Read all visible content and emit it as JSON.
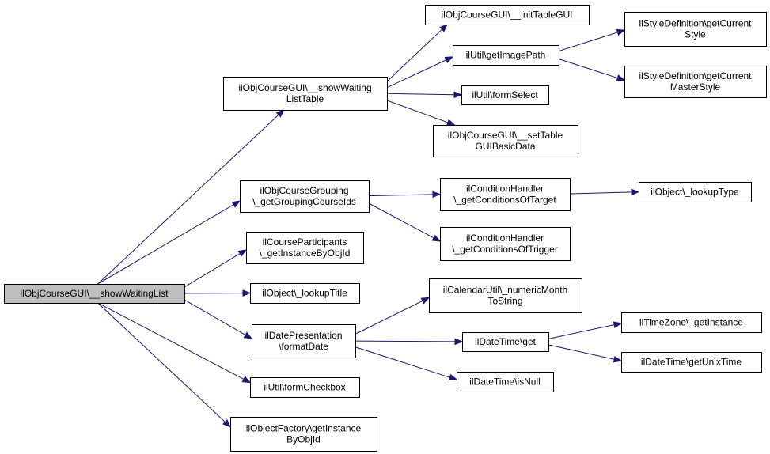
{
  "graph": {
    "root": "n_root",
    "nodes": [
      {
        "id": "n_root",
        "lines": [
          "ilObjCourseGUI\\__showWaitingList"
        ]
      },
      {
        "id": "n_swlt",
        "lines": [
          "ilObjCourseGUI\\__showWaiting",
          "ListTable"
        ]
      },
      {
        "id": "n_grp",
        "lines": [
          "ilObjCourseGrouping",
          "\\_getGroupingCourseIds"
        ]
      },
      {
        "id": "n_part",
        "lines": [
          "ilCourseParticipants",
          "\\_getInstanceByObjId"
        ]
      },
      {
        "id": "n_lkt",
        "lines": [
          "ilObject\\_lookupTitle"
        ]
      },
      {
        "id": "n_dp",
        "lines": [
          "ilDatePresentation",
          "\\formatDate"
        ]
      },
      {
        "id": "n_cb",
        "lines": [
          "ilUtil\\formCheckbox"
        ]
      },
      {
        "id": "n_of",
        "lines": [
          "ilObjectFactory\\getInstance",
          "ByObjId"
        ]
      },
      {
        "id": "n_itg",
        "lines": [
          "ilObjCourseGUI\\__initTableGUI"
        ]
      },
      {
        "id": "n_img",
        "lines": [
          "ilUtil\\getImagePath"
        ]
      },
      {
        "id": "n_fs",
        "lines": [
          "ilUtil\\formSelect"
        ]
      },
      {
        "id": "n_stg",
        "lines": [
          "ilObjCourseGUI\\__setTable",
          "GUIBasicData"
        ]
      },
      {
        "id": "n_sdc",
        "lines": [
          "ilStyleDefinition\\getCurrent",
          "Style"
        ]
      },
      {
        "id": "n_sdm",
        "lines": [
          "ilStyleDefinition\\getCurrent",
          "MasterStyle"
        ]
      },
      {
        "id": "n_cht",
        "lines": [
          "ilConditionHandler",
          "\\_getConditionsOfTarget"
        ]
      },
      {
        "id": "n_chr",
        "lines": [
          "ilConditionHandler",
          "\\_getConditionsOfTrigger"
        ]
      },
      {
        "id": "n_lkty",
        "lines": [
          "ilObject\\_lookupType"
        ]
      },
      {
        "id": "n_cal",
        "lines": [
          "ilCalendarUtil\\_numericMonth",
          "ToString"
        ]
      },
      {
        "id": "n_dtg",
        "lines": [
          "ilDateTime\\get"
        ]
      },
      {
        "id": "n_dtn",
        "lines": [
          "ilDateTime\\isNull"
        ]
      },
      {
        "id": "n_tz",
        "lines": [
          "ilTimeZone\\_getInstance"
        ]
      },
      {
        "id": "n_ut",
        "lines": [
          "ilDateTime\\getUnixTime"
        ]
      }
    ],
    "edges": [
      [
        "n_root",
        "n_swlt"
      ],
      [
        "n_root",
        "n_grp"
      ],
      [
        "n_root",
        "n_part"
      ],
      [
        "n_root",
        "n_lkt"
      ],
      [
        "n_root",
        "n_dp"
      ],
      [
        "n_root",
        "n_cb"
      ],
      [
        "n_root",
        "n_of"
      ],
      [
        "n_swlt",
        "n_itg"
      ],
      [
        "n_swlt",
        "n_img"
      ],
      [
        "n_swlt",
        "n_fs"
      ],
      [
        "n_swlt",
        "n_stg"
      ],
      [
        "n_img",
        "n_sdc"
      ],
      [
        "n_img",
        "n_sdm"
      ],
      [
        "n_grp",
        "n_cht"
      ],
      [
        "n_grp",
        "n_chr"
      ],
      [
        "n_cht",
        "n_lkty"
      ],
      [
        "n_dp",
        "n_cal"
      ],
      [
        "n_dp",
        "n_dtg"
      ],
      [
        "n_dp",
        "n_dtn"
      ],
      [
        "n_dtg",
        "n_tz"
      ],
      [
        "n_dtg",
        "n_ut"
      ]
    ]
  },
  "colors": {
    "edge": "#191970",
    "node_border": "#000000",
    "node_fill": "#ffffff",
    "root_fill": "#bfbfbf"
  }
}
